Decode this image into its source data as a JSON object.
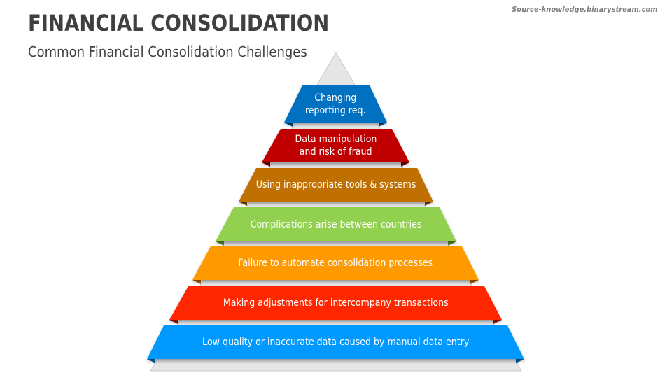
{
  "header": {
    "title": "FINANCIAL CONSOLIDATION",
    "subtitle": "Common Financial Consolidation Challenges",
    "source": "Source-knowledge.binarystream.com"
  },
  "pyramid": {
    "background_color": "#e6e6e6",
    "levels": [
      {
        "label_line1": "Changing",
        "label_line2": "reporting req.",
        "color": "#0070c0",
        "fold_color": "#004a80"
      },
      {
        "label_line1": "Data manipulation",
        "label_line2": "and risk of fraud",
        "color": "#c00000",
        "fold_color": "#7a0000"
      },
      {
        "label_line1": "Using inappropriate tools & systems",
        "label_line2": "",
        "color": "#c07000",
        "fold_color": "#7a4700"
      },
      {
        "label_line1": "Complications arise between countries",
        "label_line2": "",
        "color": "#92d050",
        "fold_color": "#5c8a2c"
      },
      {
        "label_line1": "Failure to automate consolidation processes",
        "label_line2": "",
        "color": "#ff9900",
        "fold_color": "#a86400"
      },
      {
        "label_line1": "Making adjustments for intercompany transactions",
        "label_line2": "",
        "color": "#ff2600",
        "fold_color": "#a01800"
      },
      {
        "label_line1": "Low quality or inaccurate data caused by manual data entry",
        "label_line2": "",
        "color": "#0099ff",
        "fold_color": "#005fa3"
      }
    ]
  }
}
